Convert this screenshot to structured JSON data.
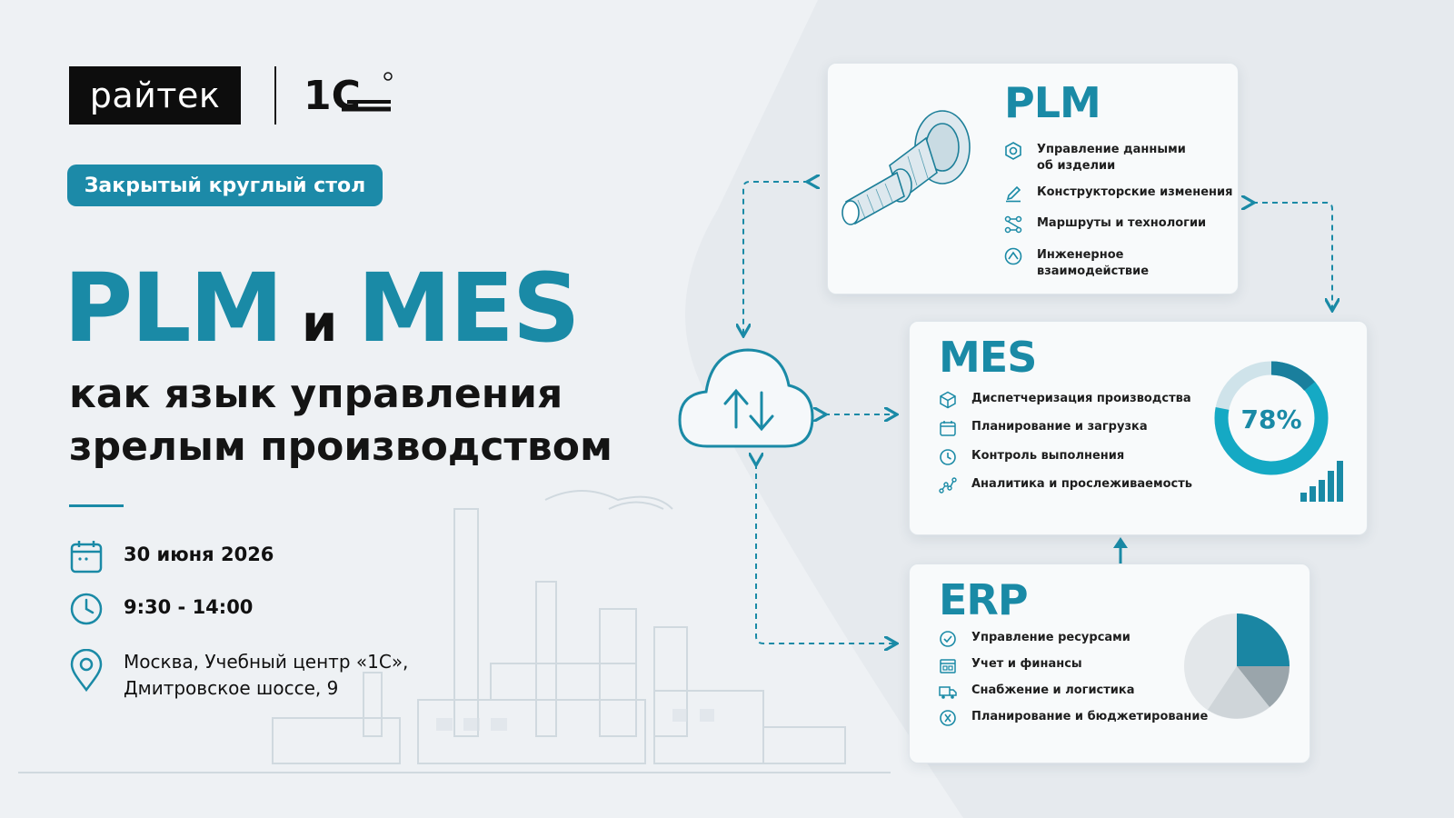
{
  "brand": {
    "raitek_logo": "райтек",
    "onec_logo": "1С"
  },
  "badge": "Закрытый круглый стол",
  "title": {
    "part1": "PLM",
    "part2": "и",
    "part3": "MES"
  },
  "subtitle": {
    "line1": "как язык управления",
    "line2": "зрелым производством"
  },
  "event": {
    "date": "30 июня 2026",
    "time": "9:30 - 14:00",
    "location_line1": "Москва, Учебный центр «1С»,",
    "location_line2": "Дмитровское шоссе, 9"
  },
  "plm": {
    "title": "PLM",
    "features": [
      {
        "icon": "gear-hex-icon",
        "label": "Управление данными об изделии"
      },
      {
        "icon": "pencil-edit-icon",
        "label": "Конструкторские изменения"
      },
      {
        "icon": "route-icon",
        "label": "Маршруты и технологии"
      },
      {
        "icon": "collaboration-icon",
        "label": "Инженерное взаимодействие"
      }
    ]
  },
  "mes": {
    "title": "MES",
    "features": [
      {
        "icon": "cube-icon",
        "label": "Диспетчеризация производства"
      },
      {
        "icon": "calendar-icon",
        "label": "Планирование и загрузка"
      },
      {
        "icon": "clock-icon",
        "label": "Контроль выполнения"
      },
      {
        "icon": "analytics-icon",
        "label": "Аналитика и прослеживаемость"
      }
    ],
    "gauge_value": "78%",
    "gauge_fraction": 0.78
  },
  "erp": {
    "title": "ERP",
    "features": [
      {
        "icon": "resource-icon",
        "label": "Управление ресурсами"
      },
      {
        "icon": "finance-icon",
        "label": "Учет и финансы"
      },
      {
        "icon": "truck-icon",
        "label": "Снабжение и логистика"
      },
      {
        "icon": "budget-icon",
        "label": "Планирование и бюджетирование"
      }
    ]
  },
  "colors": {
    "accent": "#1a8aa6",
    "dark": "#111111",
    "background": "#eef1f4"
  }
}
